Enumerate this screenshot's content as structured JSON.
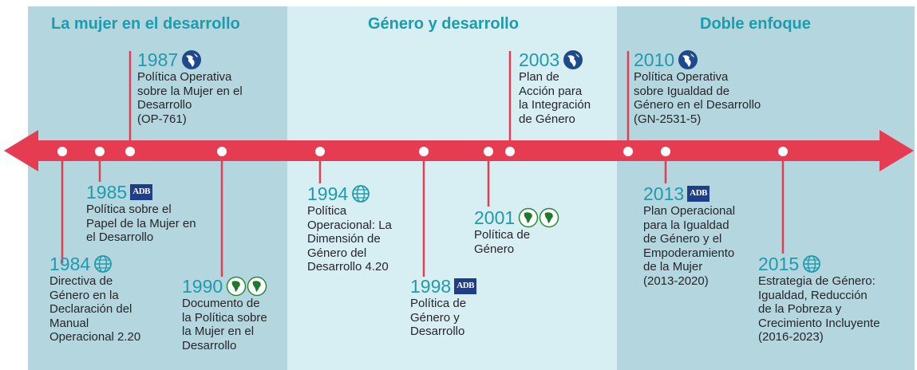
{
  "periods": [
    {
      "title": "La mujer en el desarrollo"
    },
    {
      "title": "Género y desarrollo"
    },
    {
      "title": "Doble enfoque"
    }
  ],
  "colors": {
    "arrow": "#e63c51",
    "title": "#1b9dad",
    "year": "#1f9bad",
    "panel_dark": "#b3d6df",
    "panel_light": "#d7eef3"
  },
  "events": [
    {
      "year": "1984",
      "institution": "globe-icon",
      "text": "Directiva de\nGénero en la\nDeclaración del\nManual\nOperacional 2.20"
    },
    {
      "year": "1985",
      "institution": "adb-icon",
      "text": "Política sobre el\nPapel de la Mujer en\nel Desarrollo"
    },
    {
      "year": "1987",
      "institution": "idb-icon",
      "text": "Política Operativa\nsobre la Mujer en el\nDesarrollo\n(OP-761)"
    },
    {
      "year": "1990",
      "institution": "afdb-icon",
      "text": "Documento de\nla Política sobre\nla Mujer en el\nDesarrollo"
    },
    {
      "year": "1994",
      "institution": "globe-icon",
      "text": "Política\nOperacional: La\nDimensión de\nGénero del\nDesarrollo 4.20"
    },
    {
      "year": "1998",
      "institution": "adb-icon",
      "text": "Política de\nGénero y\nDesarrollo"
    },
    {
      "year": "2001",
      "institution": "afdb-icon",
      "text": "Política de\nGénero"
    },
    {
      "year": "2003",
      "institution": "idb-icon",
      "text": "Plan de\nAcción para\nla Integración\nde Género"
    },
    {
      "year": "2010",
      "institution": "idb-icon",
      "text": "Política Operativa\nsobre Igualdad de\nGénero en el Desarrollo\n(GN-2531-5)"
    },
    {
      "year": "2013",
      "institution": "adb-icon",
      "text": "Plan Operacional\npara la Igualdad\nde Género y el\nEmpoderamiento\nde la Mujer\n(2013-2020)"
    },
    {
      "year": "2015",
      "institution": "globe-icon",
      "text": "Estrategia de Género:\nIgualdad, Reducción\nde la Pobreza y\nCrecimiento Incluyente\n(2016-2023)"
    }
  ],
  "adb_label": "ADB"
}
